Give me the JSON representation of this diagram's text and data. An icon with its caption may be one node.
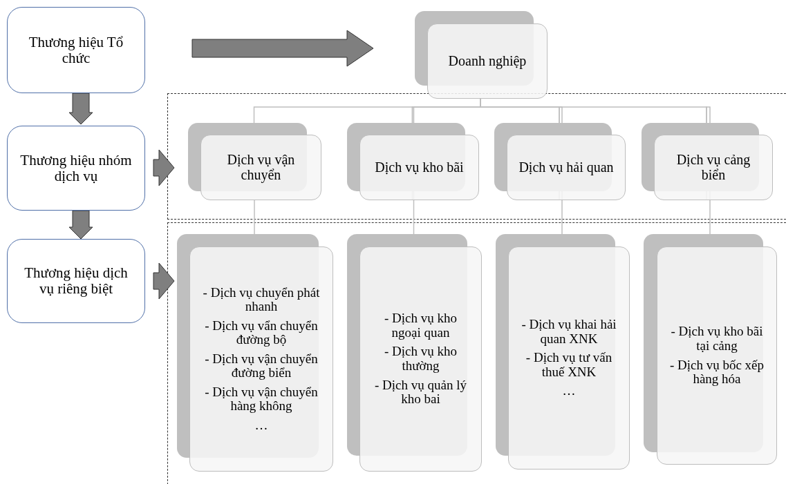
{
  "diagram": {
    "nodes": [
      {
        "text": [
          "Thương hiệu Tổ chức"
        ]
      },
      {
        "text": [
          "Thương hiệu nhóm dịch vụ"
        ]
      },
      {
        "text": [
          "Thương hiệu dịch vụ riêng biệt"
        ]
      },
      {
        "text": [
          "Doanh nghiệp"
        ]
      },
      {
        "text": [
          "Dịch vụ vận chuyển"
        ]
      },
      {
        "text": [
          "Dịch vụ kho bãi"
        ]
      },
      {
        "text": [
          "Dịch vụ hải quan"
        ]
      },
      {
        "text": [
          "Dịch vụ cảng biển"
        ]
      },
      {
        "text": [
          "- Dịch vụ chuyển phát nhanh",
          "- Dịch vụ vẩn chuyển đường bộ",
          "- Dịch vụ vận chuyển đường biển",
          "- Dịch vụ vận chuyển hàng không",
          "…"
        ]
      },
      {
        "text": [
          "- Dịch vụ kho ngoại quan",
          "- Dịch vụ kho thường",
          "- Dịch vụ quản lý kho bai"
        ]
      },
      {
        "text": [
          "- Dịch vụ khai hải quan XNK",
          "- Dịch vụ tư vấn thuế XNK",
          "…"
        ]
      },
      {
        "text": [
          "- Dịch vụ kho bãi tại cảng",
          "- Dịch vụ bốc xếp hàng hóa"
        ]
      }
    ],
    "edges": [
      {
        "from": 0,
        "to": 3,
        "arrow": "to",
        "style": "thick",
        "color": "#7f7f7f"
      },
      {
        "from": 0,
        "to": 1,
        "arrow": "to",
        "style": "thick",
        "color": "#7f7f7f"
      },
      {
        "from": 1,
        "to": 2,
        "arrow": "to",
        "style": "thick",
        "color": "#7f7f7f"
      },
      {
        "from": 1,
        "to": 4,
        "arrow": "to",
        "style": "thick",
        "color": "#7f7f7f"
      },
      {
        "from": 2,
        "to": 8,
        "arrow": "to",
        "style": "thick",
        "color": "#7f7f7f"
      },
      {
        "from": 3,
        "to": 4,
        "arrow": "none"
      },
      {
        "from": 3,
        "to": 5,
        "arrow": "none"
      },
      {
        "from": 3,
        "to": 6,
        "arrow": "none"
      },
      {
        "from": 3,
        "to": 7,
        "arrow": "none"
      },
      {
        "from": 4,
        "to": 8,
        "arrow": "none"
      },
      {
        "from": 5,
        "to": 9,
        "arrow": "none"
      },
      {
        "from": 6,
        "to": 10,
        "arrow": "none"
      },
      {
        "from": 7,
        "to": 11,
        "arrow": "none"
      }
    ]
  }
}
